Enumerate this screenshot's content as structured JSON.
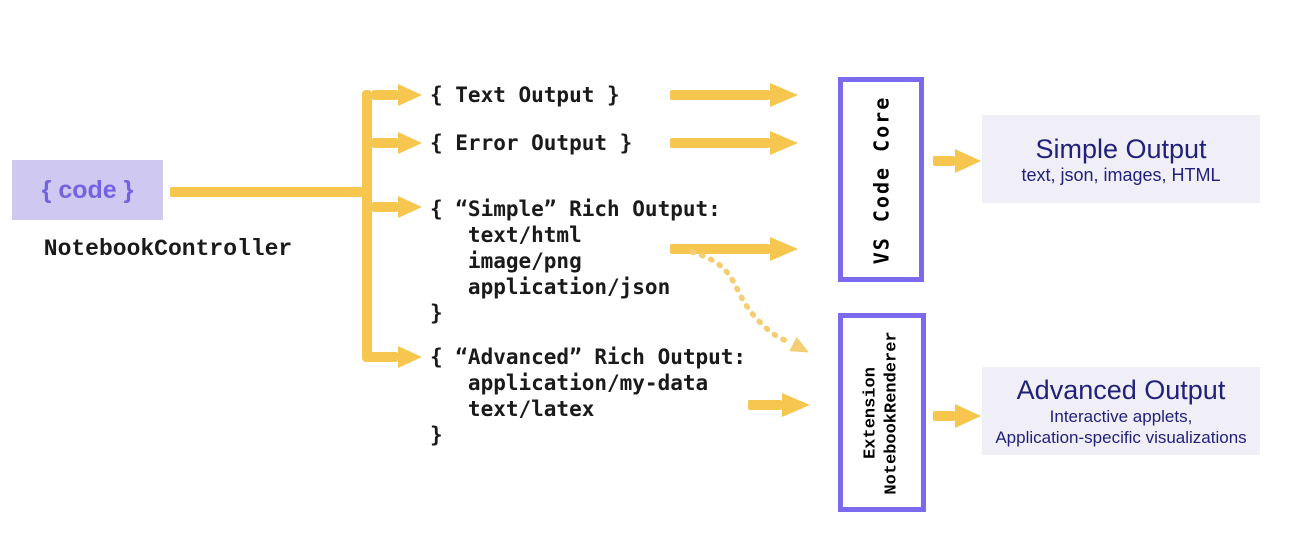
{
  "colors": {
    "arrow": "#F6C64F",
    "arrow_dotted": "#F3CE74",
    "purple": "#7B6AEE",
    "lavender": "#CFC9F1",
    "code_text": "#7463E0",
    "navy": "#21217B",
    "ink": "#1A1A1A",
    "card_bg": "#F0EFF7"
  },
  "source": {
    "code": "{ code }",
    "controller": "NotebookController"
  },
  "messages": {
    "text_output": "{ Text Output }",
    "error_output": "{ Error Output }",
    "simple_rich": [
      "{ “Simple” Rich Output:",
      "   text/html",
      "   image/png",
      "   application/json",
      "}"
    ],
    "advanced_rich": [
      "{ “Advanced” Rich Output:",
      "   application/my-data",
      "   text/latex",
      "}"
    ]
  },
  "renderers": {
    "core": "VS Code Core",
    "extension_line1": "Extension",
    "extension_line2": "NotebookRenderer"
  },
  "results": {
    "simple": {
      "title": "Simple Output",
      "subtitle": "text, json, images, HTML"
    },
    "advanced": {
      "title": "Advanced Output",
      "subtitle_line1": "Interactive applets,",
      "subtitle_line2": "Application-specific visualizations"
    }
  }
}
